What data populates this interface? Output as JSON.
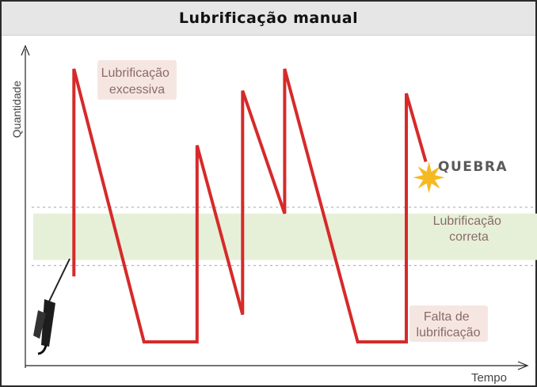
{
  "chart_data": {
    "type": "line",
    "title": "Lubrificação manual",
    "xlabel": "Tempo",
    "ylabel": "Quantidade",
    "band_label": "Lubrificação correta",
    "excess_label": "Lubrificação excessiva",
    "lack_label": "Falta de lubrificação",
    "break_label": "QUEBRA",
    "colors": {
      "line": "#d62a2a",
      "band": "#e6f0d8",
      "label_box": "#f6e6e1",
      "break": "#f5b922"
    },
    "band": {
      "low": 0.3,
      "high": 0.47
    },
    "series": [
      {
        "points": [
          [
            0.097,
            0.24
          ],
          [
            0.097,
            1.0
          ],
          [
            0.237,
            0.0
          ],
          [
            0.343,
            0.0
          ],
          [
            0.343,
            0.72
          ],
          [
            0.434,
            0.1
          ],
          [
            0.434,
            0.92
          ],
          [
            0.518,
            0.47
          ],
          [
            0.518,
            1.0
          ],
          [
            0.664,
            0.0
          ],
          [
            0.761,
            0.0
          ],
          [
            0.761,
            0.91
          ],
          [
            0.8,
            0.66
          ]
        ]
      }
    ]
  }
}
